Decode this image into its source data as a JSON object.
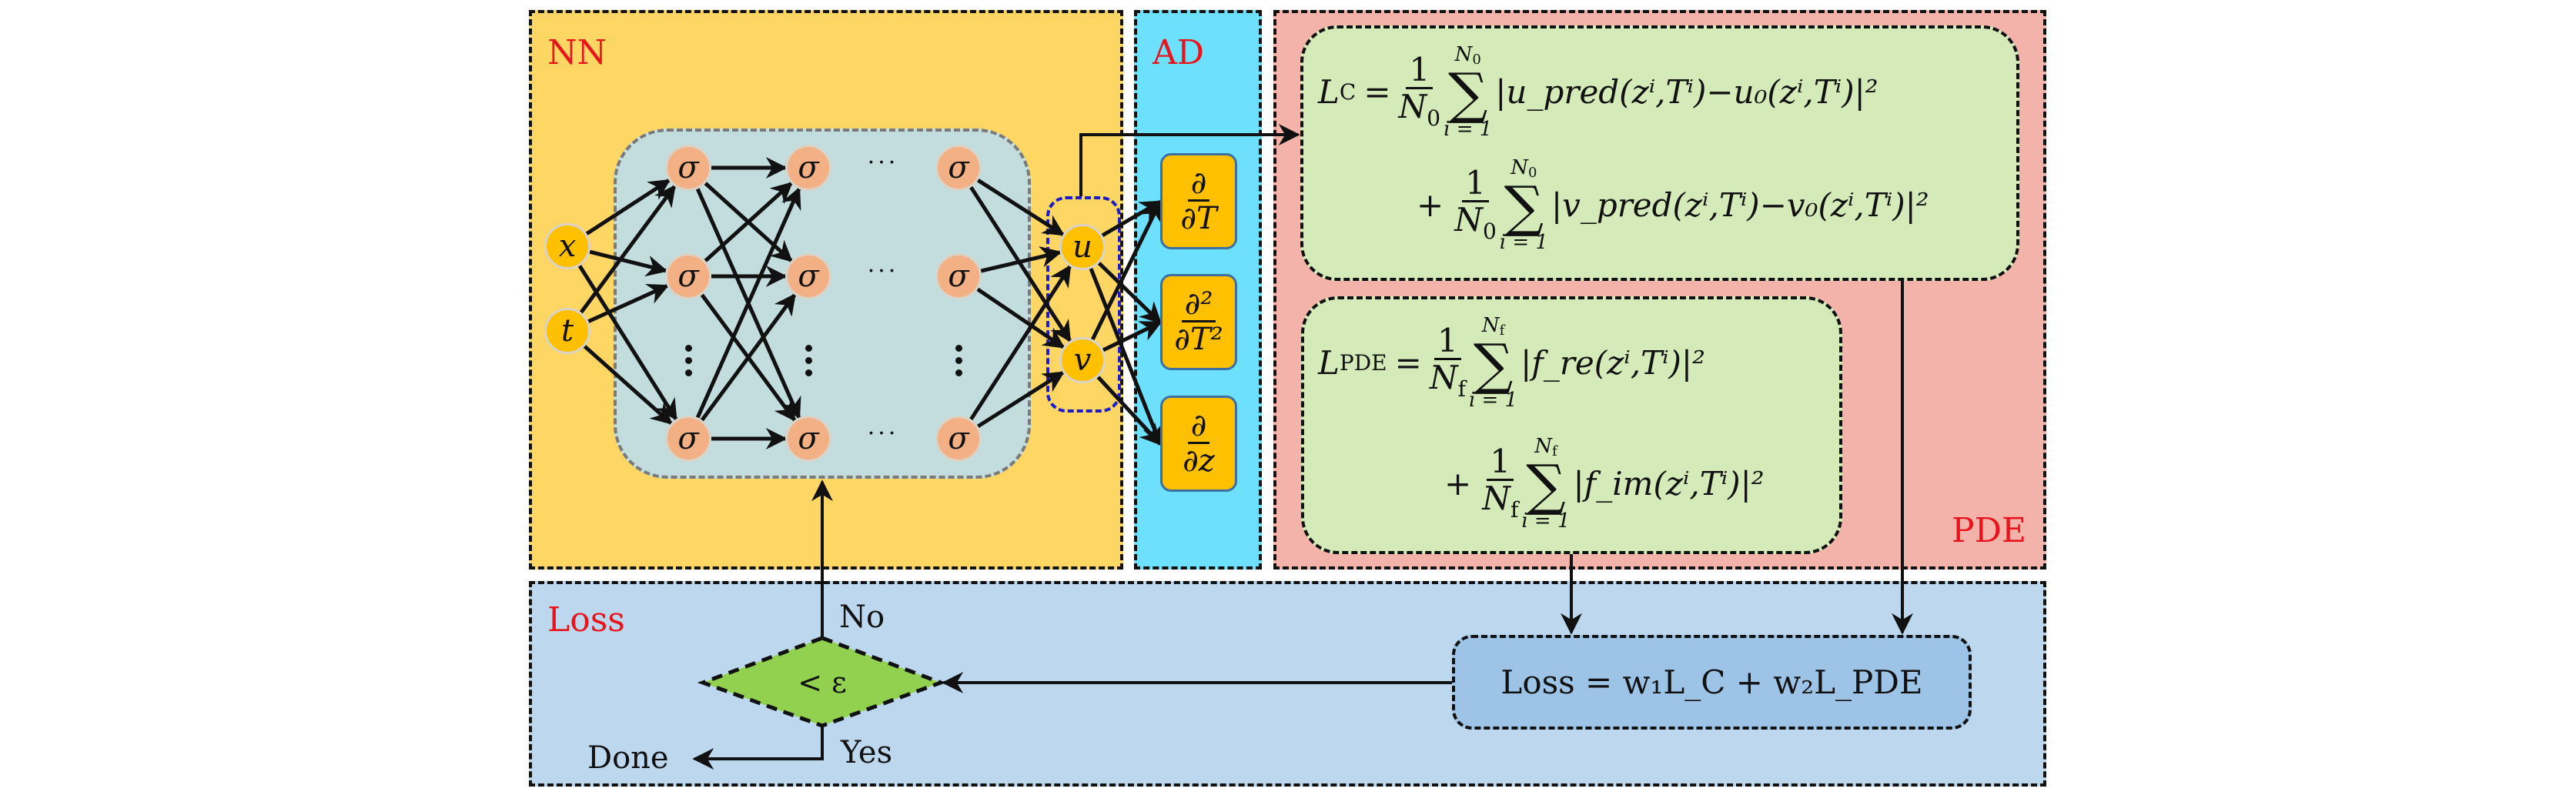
{
  "panels": {
    "nn_label": "NN",
    "ad_label": "AD",
    "pde_label": "PDE",
    "loss_label": "Loss"
  },
  "network": {
    "inputs": [
      "x",
      "t"
    ],
    "activation_symbol": "σ",
    "hidden_columns": 3,
    "hidden_rows_shown": 3,
    "outputs": [
      "u",
      "v"
    ],
    "ellipsis_h": "···",
    "ellipsis_v": "⋮"
  },
  "ad_operators": [
    {
      "numerator": "∂",
      "denominator": "∂T"
    },
    {
      "numerator": "∂²",
      "denominator": "∂T²"
    },
    {
      "numerator": "∂",
      "denominator": "∂z"
    }
  ],
  "formulas": {
    "lc": {
      "lhs": "L",
      "lhs_sub": "C",
      "term1": {
        "frac_num": "1",
        "frac_den": "N",
        "frac_den_sub": "0",
        "sum_top": "N",
        "sum_top_sub": "0",
        "sum_bottom": "i = 1",
        "body": "|u_pred(zⁱ,Tⁱ)−u₀(zⁱ,Tⁱ)|²"
      },
      "term2": {
        "frac_num": "1",
        "frac_den": "N",
        "frac_den_sub": "0",
        "sum_top": "N",
        "sum_top_sub": "0",
        "sum_bottom": "i = 1",
        "body": "|v_pred(zⁱ,Tⁱ)−v₀(zⁱ,Tⁱ)|²"
      }
    },
    "lpde": {
      "lhs": "L",
      "lhs_sub": "PDE",
      "term1": {
        "frac_num": "1",
        "frac_den": "N",
        "frac_den_sub": "f",
        "sum_top": "N",
        "sum_top_sub": "f",
        "sum_bottom": "i = 1",
        "body": "|f_re(zⁱ,Tⁱ)|²"
      },
      "term2": {
        "frac_num": "1",
        "frac_den": "N",
        "frac_den_sub": "f",
        "sum_top": "N",
        "sum_top_sub": "f",
        "sum_bottom": "i = 1",
        "body": "|f_im(zⁱ,Tⁱ)|²"
      }
    },
    "loss_total": "Loss = w₁L_C + w₂L_PDE"
  },
  "decision": {
    "condition": "< ε",
    "no_label": "No",
    "yes_label": "Yes",
    "done_label": "Done"
  },
  "colors": {
    "nn_bg": "#fdd663",
    "ad_bg": "#6de0fd",
    "pde_bg": "#f4b3aa",
    "loss_bg": "#bdd7ee",
    "formula_bg": "#d4ebb9",
    "loss_box_bg": "#9dc3e6",
    "diamond": "#92d050",
    "io_node": "#ffc000",
    "sigma_node": "#f2b084",
    "label_red": "#e8141b"
  }
}
